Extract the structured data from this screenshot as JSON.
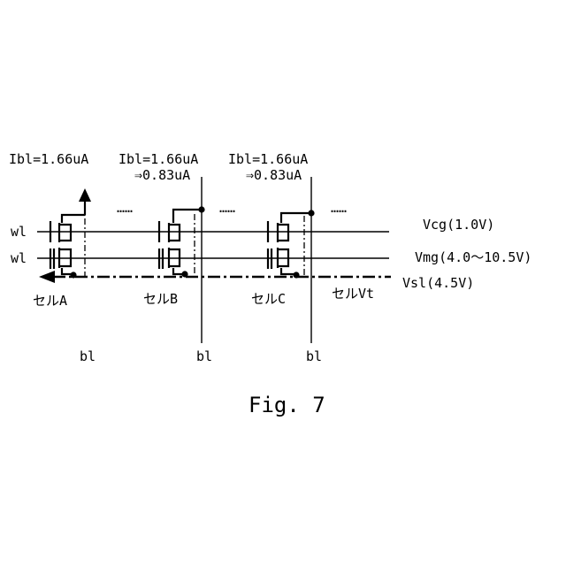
{
  "cells": [
    {
      "current": "Ibl=1.66uA",
      "current_after": "",
      "cell_label": "セルA",
      "bitline": "bl"
    },
    {
      "current": "Ibl=1.66uA",
      "current_after": "⇒0.83uA",
      "cell_label": "セルB",
      "bitline": "bl"
    },
    {
      "current": "Ibl=1.66uA",
      "current_after": "⇒0.83uA",
      "cell_label": "セルC",
      "bitline": "bl"
    }
  ],
  "cell_last": "セルVt",
  "ellipsis": "……",
  "wordlines": [
    "wl",
    "wl"
  ],
  "voltages": {
    "cg": "Vcg(1.0V)",
    "mg": "Vmg(4.0～10.5V)",
    "sl": "Vsl(4.5V)"
  },
  "caption": "Fig. 7"
}
